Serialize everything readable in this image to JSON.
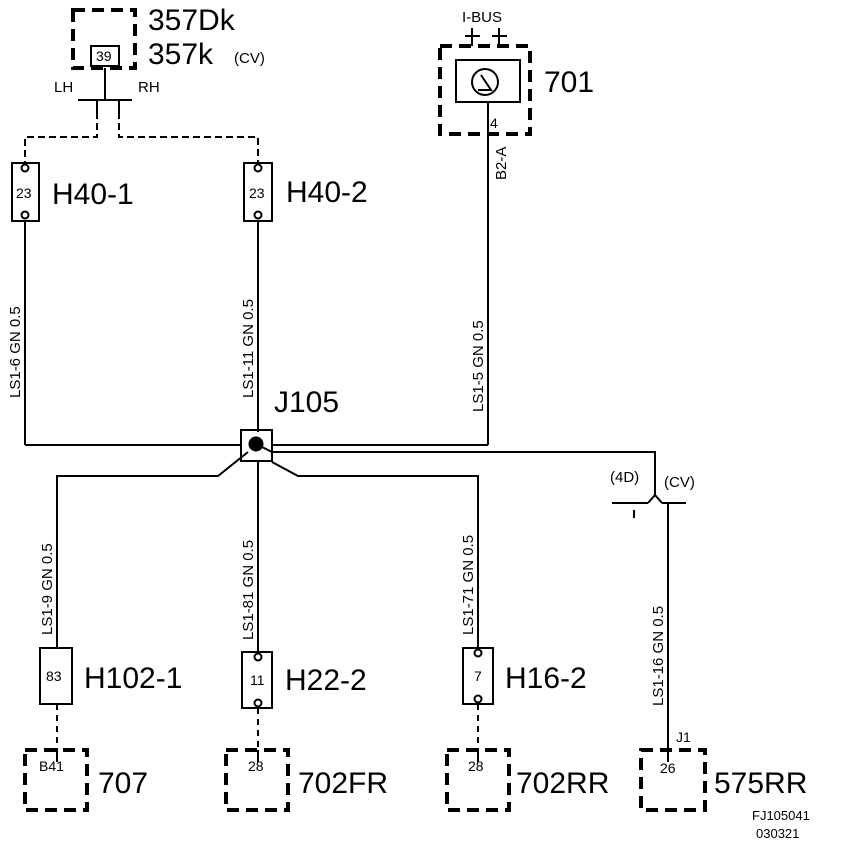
{
  "components": {
    "top_left": {
      "line1": "357Dk",
      "line2": "357k",
      "variant": "(CV)",
      "pin": "39"
    },
    "module_701": {
      "id": "701",
      "bus": "I-BUS",
      "pin": "4",
      "wire_label": "B2-A"
    },
    "h40_1": {
      "id": "H40-1",
      "pin": "23"
    },
    "h40_2": {
      "id": "H40-2",
      "pin": "23"
    },
    "junction": {
      "id": "J105"
    },
    "h102_1": {
      "id": "H102-1",
      "pin": "83"
    },
    "h22_2": {
      "id": "H22-2",
      "pin": "11"
    },
    "h16_2": {
      "id": "H16-2",
      "pin": "7"
    },
    "c707": {
      "id": "707",
      "pin": "B41"
    },
    "c702fr": {
      "id": "702FR",
      "pin": "28"
    },
    "c702rr": {
      "id": "702RR",
      "pin": "28"
    },
    "c575rr": {
      "id": "575RR",
      "pin": "26",
      "connector": "J1"
    }
  },
  "labels": {
    "lh": "LH",
    "rh": "RH",
    "four_door": "(4D)",
    "cv": "(CV)"
  },
  "wires": {
    "ls1_6": "LS1-6  GN  0.5",
    "ls1_11": "LS1-11  GN  0.5",
    "ls1_5": "LS1-5  GN  0.5",
    "ls1_9": "LS1-9  GN  0.5",
    "ls1_81": "LS1-81 GN  0.5",
    "ls1_71": "LS1-71  GN  0.5",
    "ls1_16": "LS1-16 GN  0.5"
  },
  "footer": {
    "code": "FJ105041",
    "date": "030321"
  }
}
